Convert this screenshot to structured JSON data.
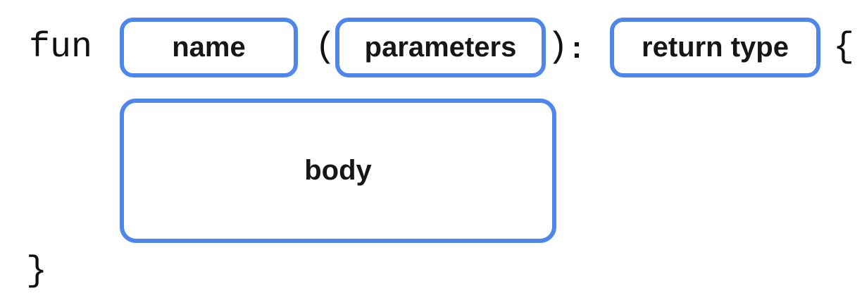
{
  "diagram": {
    "keyword": "fun",
    "open_paren": "(",
    "close_paren": ")",
    "colon": ":",
    "open_brace": "{",
    "close_brace": "}",
    "slots": {
      "name": "name",
      "parameters": "parameters",
      "return_type": "return type",
      "body": "body"
    },
    "colors": {
      "slot_border": "#4E86EC",
      "text": "#111111",
      "background": "#FFFFFF"
    }
  }
}
